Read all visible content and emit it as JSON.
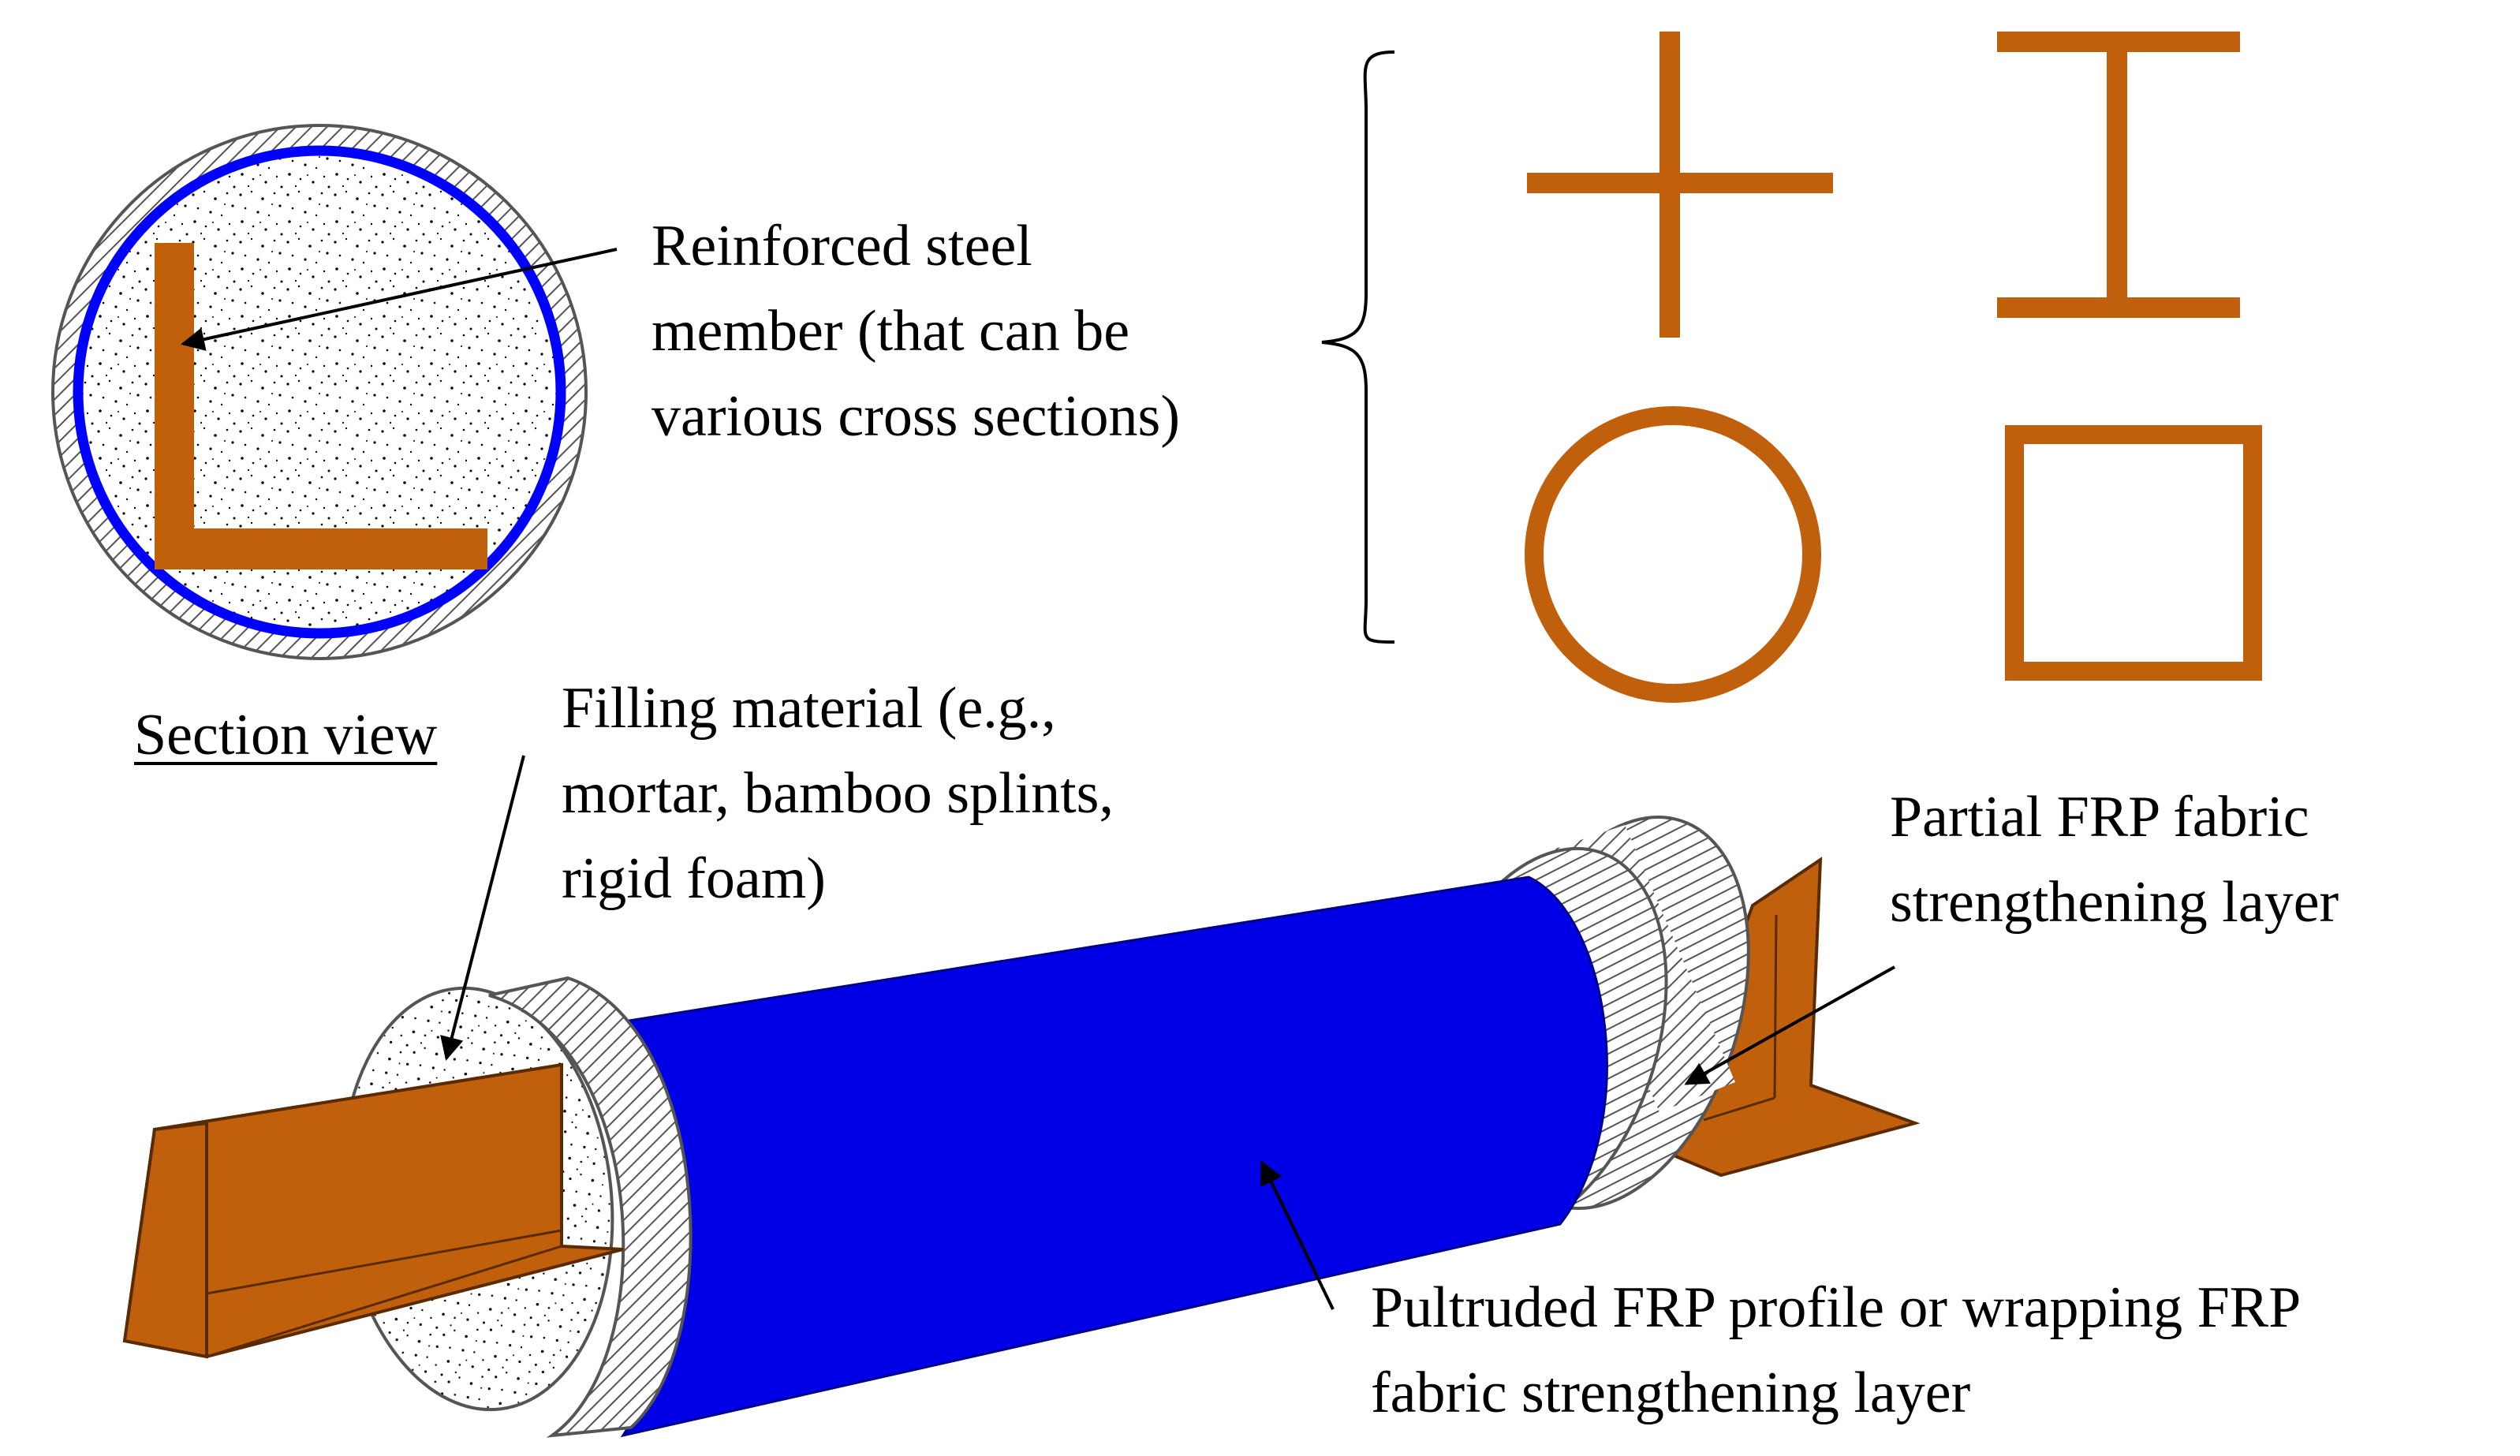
{
  "colors": {
    "steel": "#C0600C",
    "steel_edge": "#5A2A00",
    "frp": "#0000E6",
    "frp_outline": "#0000FF",
    "hatch": "#555555",
    "line": "#000000",
    "background": "#FFFFFF"
  },
  "labels": {
    "reinforced_steel": [
      "Reinforced steel",
      "member (that can be",
      "various cross sections)"
    ],
    "section_view": "Section view",
    "filling_material": [
      "Filling material (e.g.,",
      "mortar, bamboo splints,",
      "rigid foam)"
    ],
    "partial_frp": [
      "Partial FRP fabric",
      "strengthening layer"
    ],
    "pultruded_frp": [
      "Pultruded FRP profile or wrapping FRP",
      "fabric strengthening layer"
    ]
  },
  "cross_sections": [
    {
      "name": "cruciform section",
      "icon": "cross-section-icon"
    },
    {
      "name": "I-section",
      "icon": "i-section-icon"
    },
    {
      "name": "circular hollow section",
      "icon": "circular-tube-section-icon"
    },
    {
      "name": "square hollow section",
      "icon": "square-tube-section-icon"
    }
  ]
}
